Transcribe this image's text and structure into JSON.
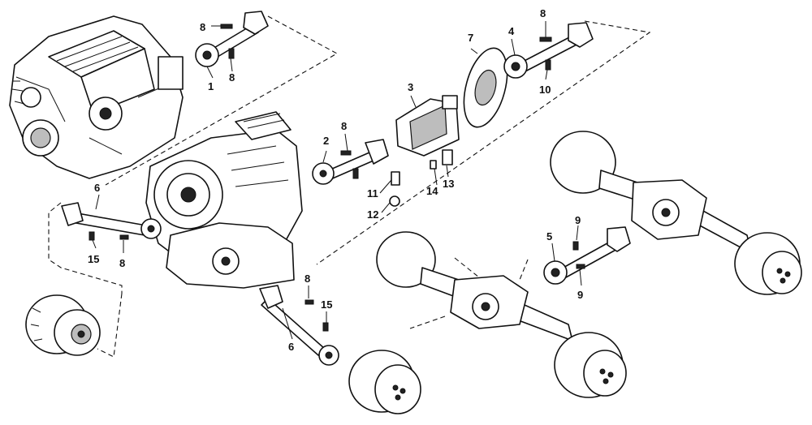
{
  "callouts": {
    "c1": "1",
    "c2": "2",
    "c3": "3",
    "c4": "4",
    "c5": "5",
    "c6a": "6",
    "c6b": "6",
    "c7": "7",
    "c8a": "8",
    "c8b": "8",
    "c8c": "8",
    "c8d": "8",
    "c8e": "8",
    "c8f": "8",
    "c9a": "9",
    "c9b": "9",
    "c10": "10",
    "c11": "11",
    "c12": "12",
    "c13": "13",
    "c14": "14",
    "c15a": "15",
    "c15b": "15"
  },
  "colors": {
    "line": "#111111",
    "background": "#ffffff",
    "shade": "#bdbdbd"
  }
}
